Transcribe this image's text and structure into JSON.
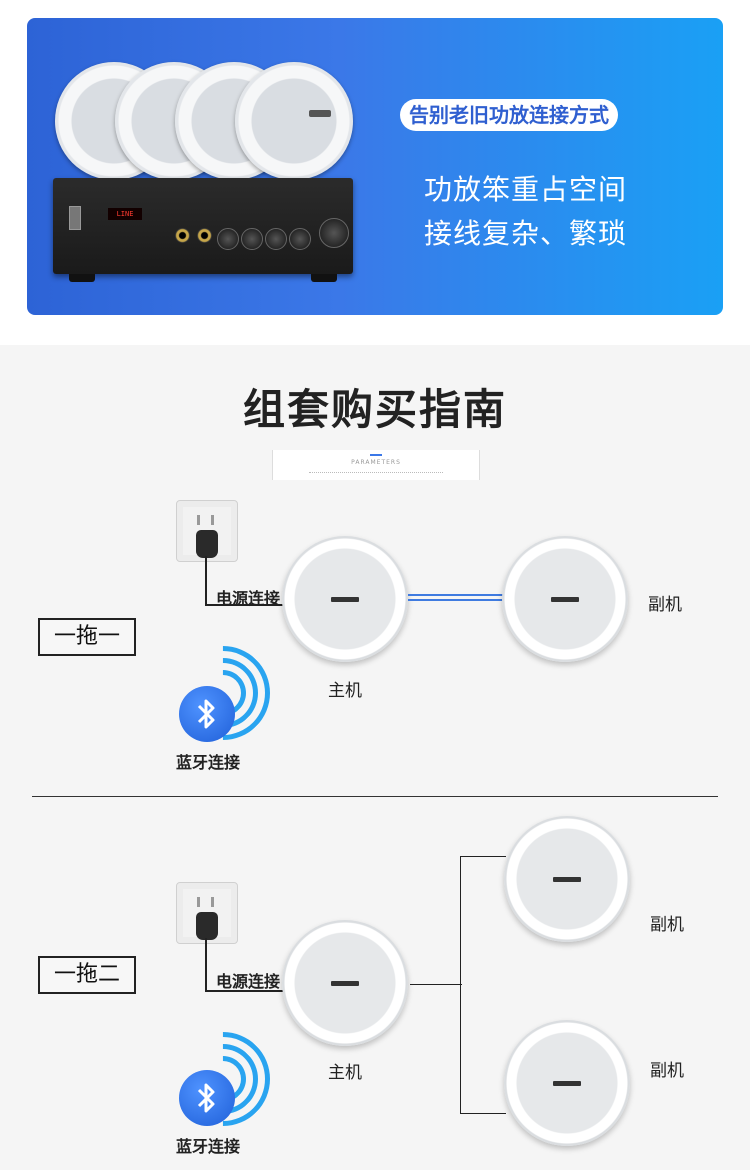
{
  "banner": {
    "pill": "告别老旧功放连接方式",
    "feature_1": "功放笨重占空间",
    "feature_2": "接线复杂、繁琐",
    "amp_display": "LINE"
  },
  "guide": {
    "title": "组套购买指南",
    "parameters": "PARAMETERS"
  },
  "section1": {
    "mode": "一拖一",
    "power_label": "电源连接",
    "host_label": "主机",
    "slave_label": "副机",
    "bluetooth_label": "蓝牙连接"
  },
  "section2": {
    "mode": "一拖二",
    "power_label": "电源连接",
    "host_label": "主机",
    "slave_label_1": "副机",
    "slave_label_2": "副机",
    "bluetooth_label": "蓝牙连接"
  },
  "colors": {
    "banner_start": "#2d63d6",
    "banner_end": "#1aa0f5",
    "pill_text": "#2f5fd0",
    "bluetooth": "#1f5fd8",
    "wave": "#29a4f0"
  }
}
